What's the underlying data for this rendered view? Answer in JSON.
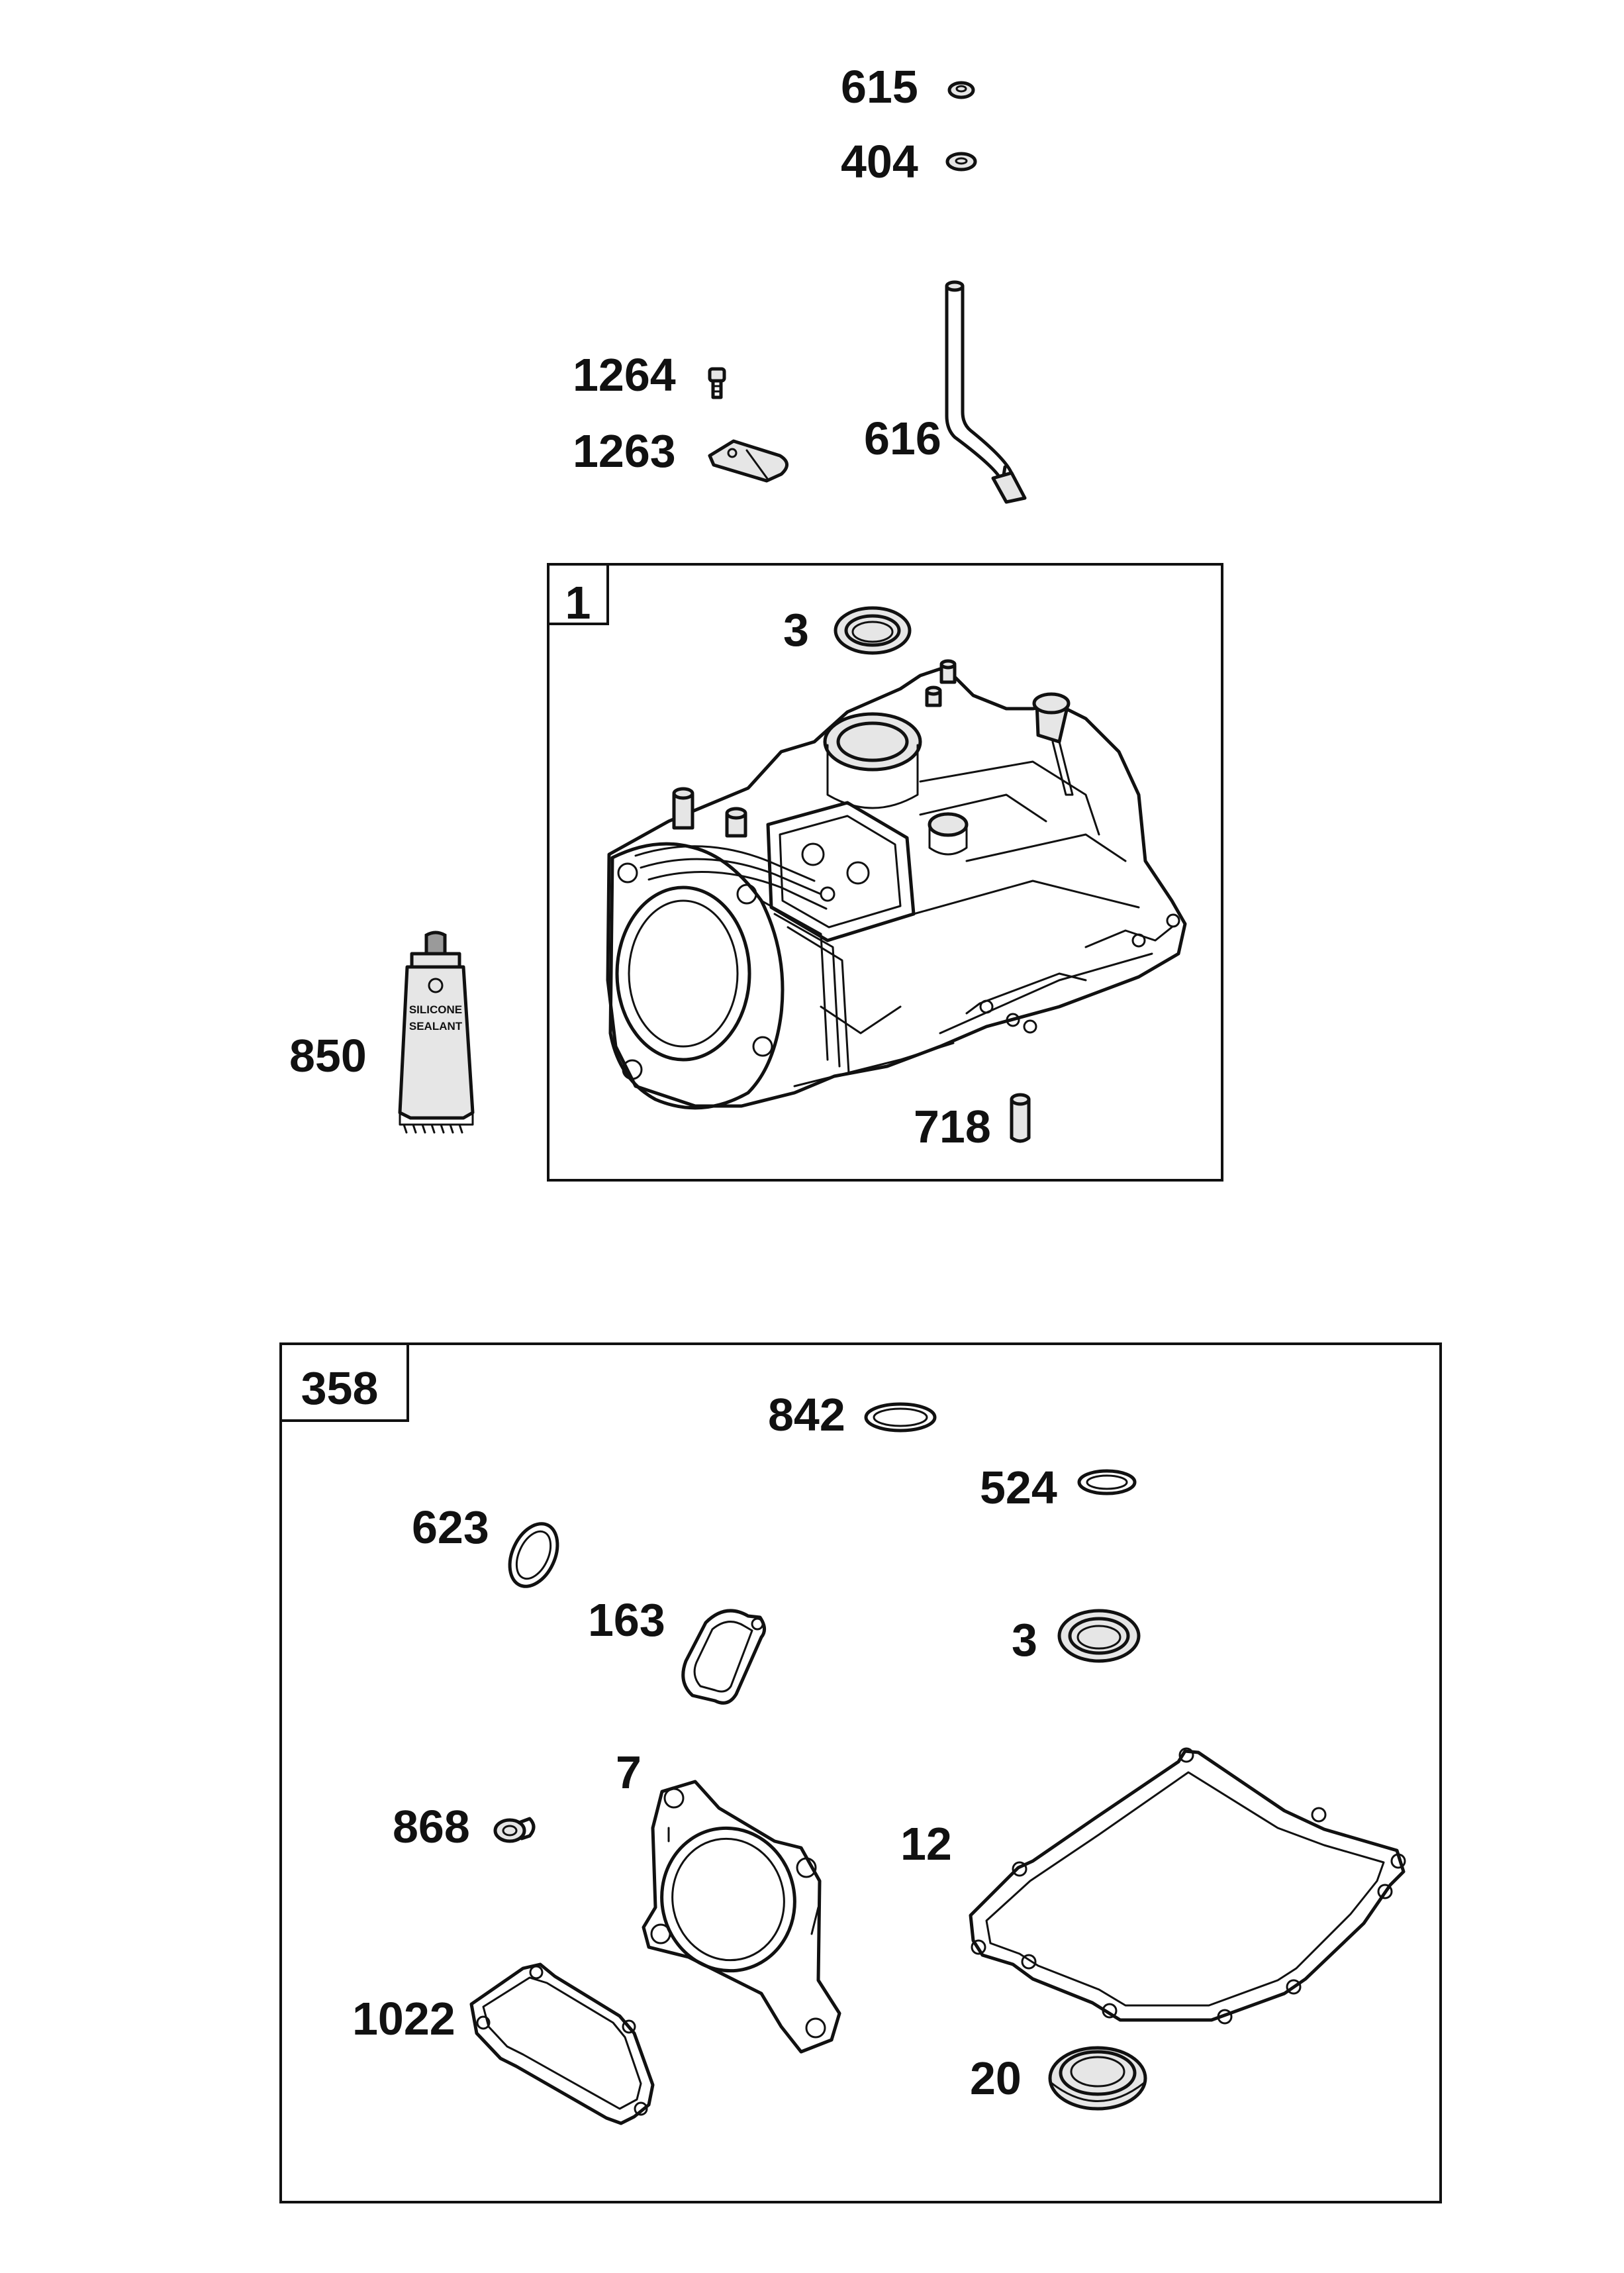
{
  "groups": [
    {
      "id": "1",
      "label": "1"
    },
    {
      "id": "358",
      "label": "358"
    }
  ],
  "callouts": [
    {
      "id": "615",
      "label": "615"
    },
    {
      "id": "404",
      "label": "404"
    },
    {
      "id": "1264",
      "label": "1264"
    },
    {
      "id": "1263",
      "label": "1263"
    },
    {
      "id": "616",
      "label": "616"
    },
    {
      "id": "3a",
      "label": "3"
    },
    {
      "id": "850",
      "label": "850"
    },
    {
      "id": "718",
      "label": "718"
    },
    {
      "id": "842",
      "label": "842"
    },
    {
      "id": "524",
      "label": "524"
    },
    {
      "id": "623",
      "label": "623"
    },
    {
      "id": "163",
      "label": "163"
    },
    {
      "id": "3b",
      "label": "3"
    },
    {
      "id": "7",
      "label": "7"
    },
    {
      "id": "868",
      "label": "868"
    },
    {
      "id": "12",
      "label": "12"
    },
    {
      "id": "1022",
      "label": "1022"
    },
    {
      "id": "20",
      "label": "20"
    }
  ],
  "tube_label": [
    "SILICONE",
    "SEALANT"
  ]
}
